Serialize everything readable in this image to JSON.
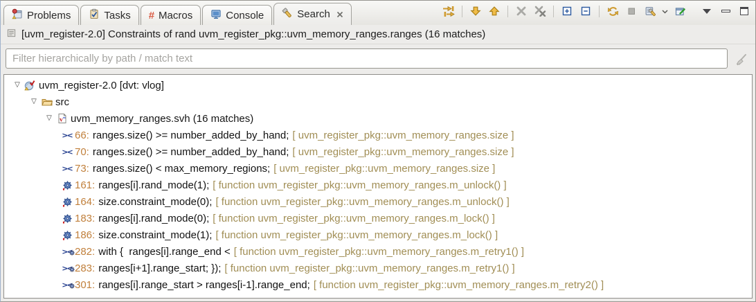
{
  "tabs": [
    {
      "label": "Problems",
      "active": false
    },
    {
      "label": "Tasks",
      "active": false
    },
    {
      "label": "Macros",
      "active": false
    },
    {
      "label": "Console",
      "active": false
    },
    {
      "label": "Search",
      "active": true,
      "closable": true
    }
  ],
  "toolbar": {
    "icons": [
      "jump-to-next-previous-match-icon",
      "next-match-icon",
      "previous-match-icon",
      "remove-selected-matches-icon",
      "remove-all-matches-icon",
      "expand-all-icon",
      "collapse-all-icon",
      "run-search-again-icon",
      "cancel-search-icon",
      "previous-searches-icon",
      "previous-searches-dropdown-icon",
      "pin-search-view-icon",
      "view-menu-icon",
      "minimize-icon",
      "maximize-icon"
    ]
  },
  "result_header": {
    "text": "[uvm_register-2.0] Constraints of rand uvm_register_pkg::uvm_memory_ranges.ranges (16 matches)"
  },
  "filter": {
    "placeholder": "Filter hierarchically by path / match text",
    "value": ""
  },
  "tree": {
    "project_label": "uvm_register-2.0 [dvt: vlog]",
    "folder_label": "src",
    "file_label": "uvm_memory_ranges.svh (16 matches)",
    "matches": [
      {
        "icon": "constraint",
        "line": "66:",
        "text": "ranges.size() >= number_added_by_hand;",
        "context": "[ uvm_register_pkg::uvm_memory_ranges.size ]"
      },
      {
        "icon": "constraint",
        "line": "70:",
        "text": "ranges.size() >= number_added_by_hand;",
        "context": "[ uvm_register_pkg::uvm_memory_ranges.size ]"
      },
      {
        "icon": "constraint",
        "line": "73:",
        "text": "ranges.size() < max_memory_regions;",
        "context": "[ uvm_register_pkg::uvm_memory_ranges.size ]"
      },
      {
        "icon": "function",
        "line": "161:",
        "text": "ranges[i].rand_mode(1);",
        "context": "[ function uvm_register_pkg::uvm_memory_ranges.m_unlock() ]"
      },
      {
        "icon": "function",
        "line": "164:",
        "text": "size.constraint_mode(0);",
        "context": "[ function uvm_register_pkg::uvm_memory_ranges.m_unlock() ]"
      },
      {
        "icon": "function",
        "line": "183:",
        "text": "ranges[i].rand_mode(0);",
        "context": "[ function uvm_register_pkg::uvm_memory_ranges.m_lock() ]"
      },
      {
        "icon": "function",
        "line": "186:",
        "text": "size.constraint_mode(1);",
        "context": "[ function uvm_register_pkg::uvm_memory_ranges.m_lock() ]"
      },
      {
        "icon": "with",
        "line": "282:",
        "text": "with {  ranges[i].range_end <",
        "context": "[ function uvm_register_pkg::uvm_memory_ranges.m_retry1() ]"
      },
      {
        "icon": "with",
        "line": "283:",
        "text": "ranges[i+1].range_start; });",
        "context": "[ function uvm_register_pkg::uvm_memory_ranges.m_retry1() ]"
      },
      {
        "icon": "with",
        "line": "301:",
        "text": "ranges[i].range_start > ranges[i-1].range_end;",
        "context": "[ function uvm_register_pkg::uvm_memory_ranges.m_retry2() ]"
      }
    ]
  },
  "colors": {
    "line_number": "#c1803c",
    "context_text": "#a18e55",
    "match_icon_navy": "#1f3a8c",
    "toolbar_gold": "#e3a33b",
    "chrome_background": "#edecea"
  }
}
